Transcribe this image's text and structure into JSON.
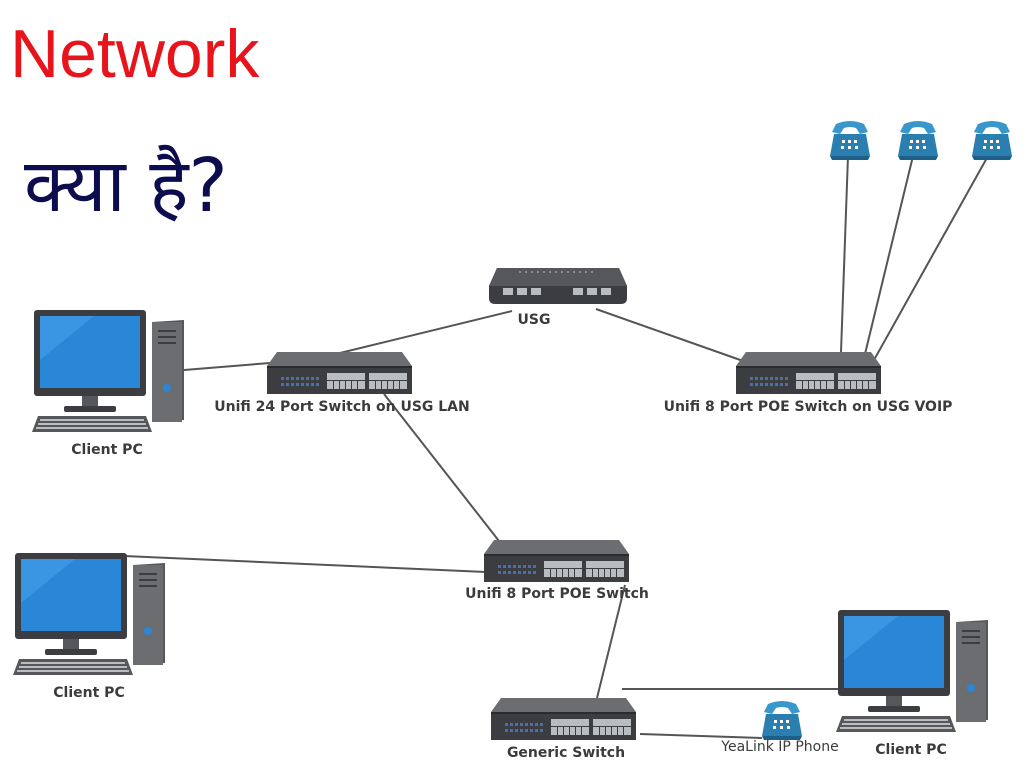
{
  "title": {
    "line1": "Network",
    "line2": "क्या है?",
    "line1_color": "#e8141c",
    "line2_color": "#0c0c4e"
  },
  "colors": {
    "device_dark": "#3c3d40",
    "device_light": "#6b6d71",
    "port": "#b9bcc0",
    "port_led": "#4d6ea8",
    "monitor_screen": "#2a87d8",
    "phone": "#2a7fb0",
    "link": "#555555"
  },
  "nodes": {
    "usg": {
      "label": "USG",
      "icon": "router-icon"
    },
    "switch_24_lan": {
      "label": "Unifi 24 Port Switch on USG LAN",
      "icon": "switch-icon"
    },
    "switch_8_voip": {
      "label": "Unifi 8 Port POE Switch on USG VOIP",
      "icon": "switch-icon"
    },
    "switch_8_poe": {
      "label": "Unifi 8 Port POE Switch",
      "icon": "switch-icon"
    },
    "generic_switch": {
      "label": "Generic Switch",
      "icon": "switch-icon"
    },
    "client_pc_1": {
      "label": "Client PC",
      "icon": "desktop-pc-icon"
    },
    "client_pc_2": {
      "label": "Client PC",
      "icon": "desktop-pc-icon"
    },
    "client_pc_3": {
      "label": "Client PC",
      "icon": "desktop-pc-icon"
    },
    "yealink_phone": {
      "label": "YeaLink IP Phone",
      "icon": "ip-phone-icon"
    },
    "voip_phone_1": {
      "icon": "ip-phone-icon"
    },
    "voip_phone_2": {
      "icon": "ip-phone-icon"
    },
    "voip_phone_3": {
      "icon": "ip-phone-icon"
    }
  },
  "links": [
    {
      "from": "usg",
      "to": "switch_24_lan"
    },
    {
      "from": "usg",
      "to": "switch_8_voip"
    },
    {
      "from": "switch_24_lan",
      "to": "client_pc_1"
    },
    {
      "from": "switch_24_lan",
      "to": "switch_8_poe"
    },
    {
      "from": "switch_8_poe",
      "to": "client_pc_2"
    },
    {
      "from": "switch_8_poe",
      "to": "generic_switch"
    },
    {
      "from": "generic_switch",
      "to": "client_pc_3"
    },
    {
      "from": "generic_switch",
      "to": "yealink_phone"
    },
    {
      "from": "switch_8_voip",
      "to": "voip_phone_1"
    },
    {
      "from": "switch_8_voip",
      "to": "voip_phone_2"
    },
    {
      "from": "switch_8_voip",
      "to": "voip_phone_3"
    }
  ]
}
